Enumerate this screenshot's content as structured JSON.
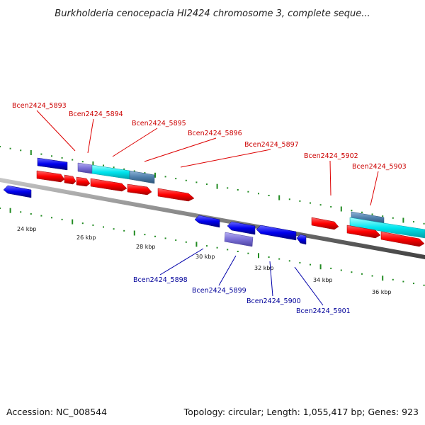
{
  "title": "Burkholderia cenocepacia HI2424 chromosome 3, complete seque...",
  "footer": {
    "accession": "Accession: NC_008544",
    "summary": "Topology: circular; Length: 1,055,417 bp; Genes: 923"
  },
  "colors": {
    "forward_label": "#cc0000",
    "reverse_label": "#000099",
    "backbone": "#808080",
    "tick_mark": "#228b22",
    "forward_gene": "#ff0000",
    "reverse_gene": "#0000ee",
    "cyan_feature": "#00e5ee",
    "steel_feature": "#4f7fab",
    "violet_feature": "#7a6fd6"
  },
  "tick_labels": [
    "24 kbp",
    "26 kbp",
    "28 kbp",
    "30 kbp",
    "32 kbp",
    "34 kbp",
    "36 kbp"
  ],
  "forward_gene_labels": [
    "Bcen2424_5893",
    "Bcen2424_5894",
    "Bcen2424_5895",
    "Bcen2424_5896",
    "Bcen2424_5897",
    "Bcen2424_5902",
    "Bcen2424_5903"
  ],
  "reverse_gene_labels": [
    "Bcen2424_5898",
    "Bcen2424_5899",
    "Bcen2424_5900",
    "Bcen2424_5901"
  ]
}
